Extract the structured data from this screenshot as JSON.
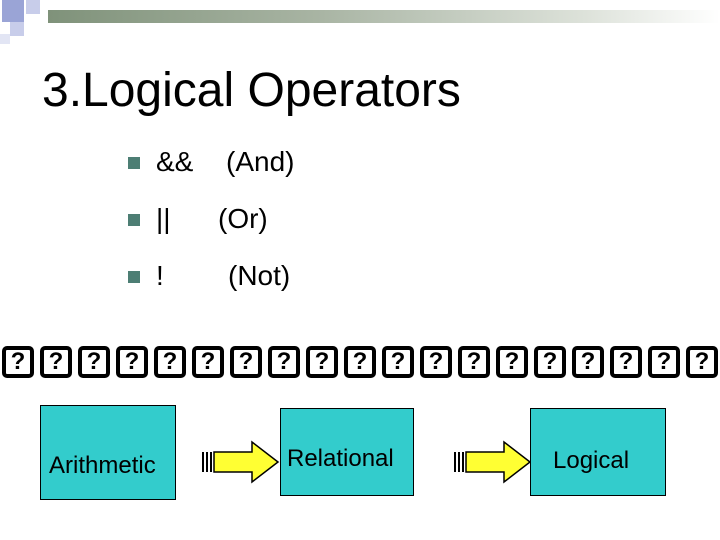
{
  "slide": {
    "title": "3.Logical Operators",
    "bullets": [
      {
        "operator": "&&",
        "description": "(And)"
      },
      {
        "operator": "||",
        "description": "(Or)"
      },
      {
        "operator": "!",
        "description": "(Not)"
      }
    ],
    "flow": {
      "steps": [
        "Arithmetic",
        "Relational",
        "Logical"
      ],
      "box_color": "#33cccc",
      "arrow_color": "#ffff33"
    },
    "accent_bullet_color": "#4d7e74"
  }
}
